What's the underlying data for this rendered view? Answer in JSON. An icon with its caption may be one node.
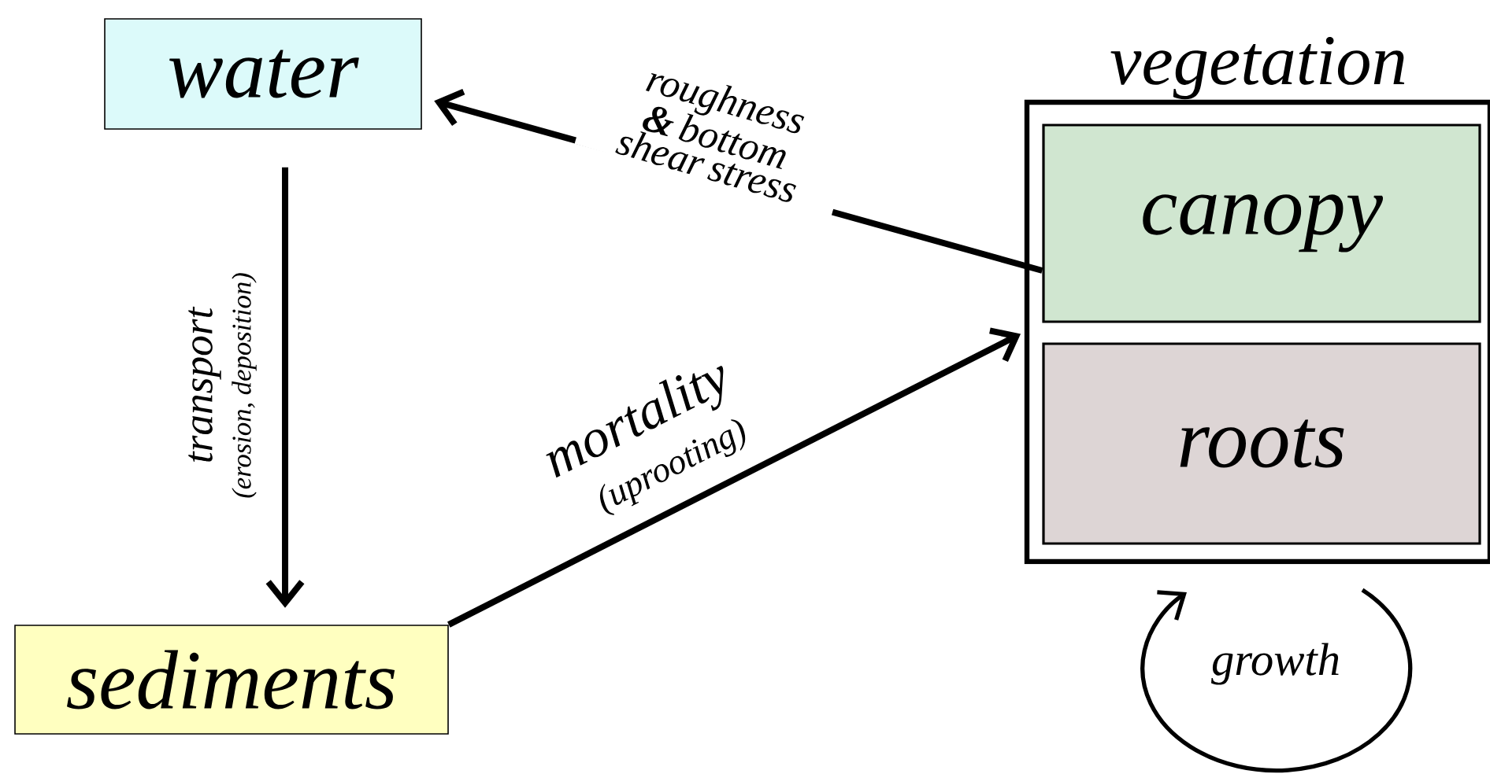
{
  "diagram": {
    "nodes": [
      {
        "text": [
          "water"
        ]
      },
      {
        "text": [
          "sediments"
        ]
      },
      {
        "text": [
          "vegetation"
        ]
      },
      {
        "text": [
          "canopy"
        ],
        "in": 2
      },
      {
        "text": [
          "roots"
        ],
        "in": 2
      }
    ],
    "edges": [
      {
        "from": 0,
        "to": 1,
        "arrow": "to",
        "label": "transport"
      },
      {
        "from": 1,
        "to": 2,
        "arrow": "to",
        "label": "mortality"
      },
      {
        "from": 3,
        "to": 0,
        "arrow": "to",
        "label": "roughness **&** bottom shear stress"
      }
    ],
    "labels": [
      "(erosion, deposition)",
      "(uprooting)",
      "growth"
    ]
  }
}
